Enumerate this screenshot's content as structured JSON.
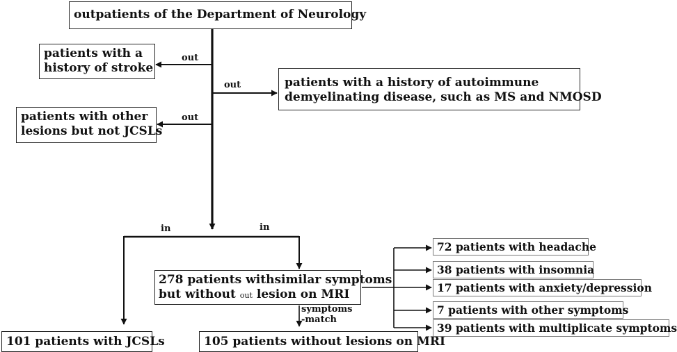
{
  "nodes": {
    "top": "outpatients of the Department of Neurology",
    "stroke": [
      "patients with a",
      "history of stroke"
    ],
    "autoimmune": [
      "patients with a history of autoimmune",
      "demyelinating disease, such as MS and NMOSD"
    ],
    "other_lesions": [
      "patients with other",
      "lesions but not JCSLs"
    ],
    "similar_symptoms": [
      "278 patients withsimilar symptoms",
      "but without ",
      "out",
      " lesion on MRI"
    ],
    "jcsls": "101 patients with JCSLs",
    "no_lesions": "105 patients without lesions on MRI",
    "headache": "72 patients with headache",
    "insomnia": "38 patients with insomnia",
    "anxiety": "17 patients with anxiety/depression",
    "other_symptoms": "7 patients with other symptoms",
    "multiplicate": "39 patients with multiplicate symptoms"
  },
  "edge_labels": {
    "out_stroke": "out",
    "out_autoimmune": "out",
    "out_other": "out",
    "in_left": "in",
    "in_right": "in",
    "symptoms_match": [
      "symptoms",
      "-match"
    ]
  },
  "colors": {
    "line": "#111111",
    "box_border": "#222222",
    "box_border_light": "#777777"
  }
}
